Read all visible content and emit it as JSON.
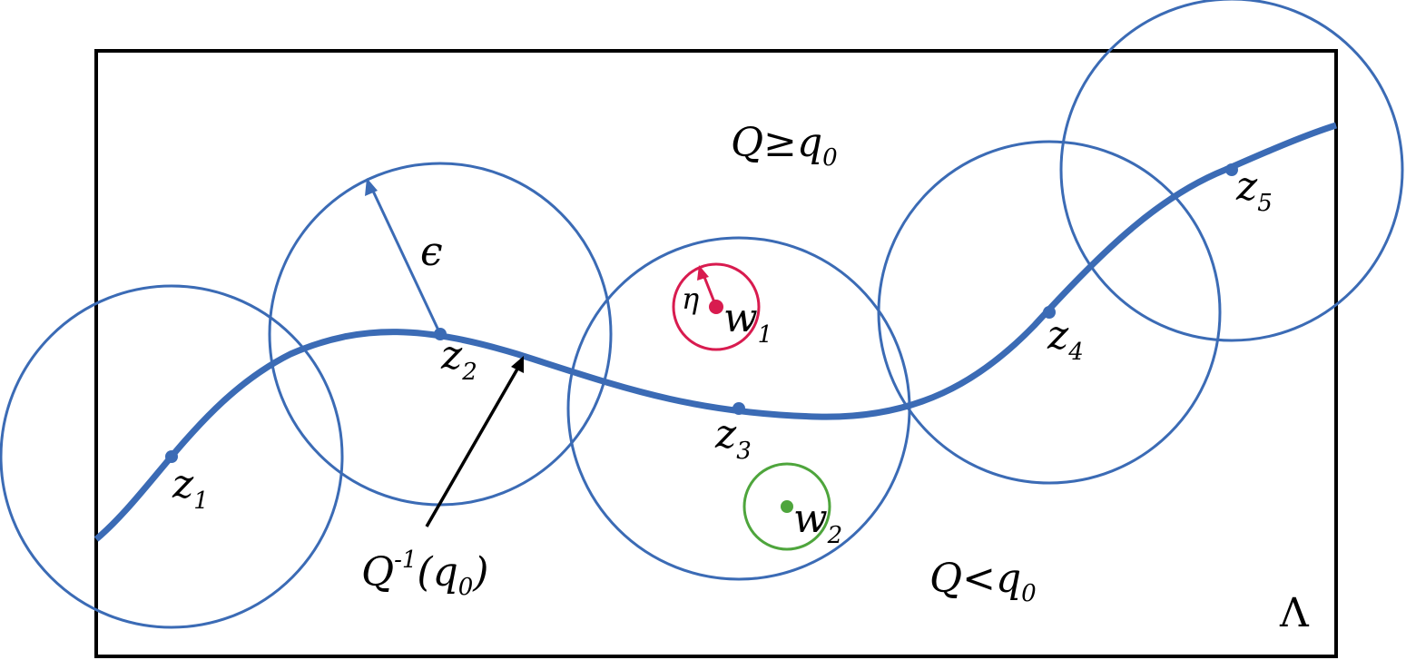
{
  "colors": {
    "curve": "#3b6bb5",
    "eps_circles": "#3b6bb5",
    "frame": "#000000",
    "w1": "#d81b4f",
    "w2": "#4ea53c",
    "arrow_label": "#000000"
  },
  "labels": {
    "region_upper": {
      "main": "Q≥q",
      "sub": "0"
    },
    "region_lower": {
      "main": "Q<q",
      "sub": "0"
    },
    "level_set": {
      "a": "Q",
      "sup": "-1",
      "b": "(q",
      "sub": "0",
      "c": ")"
    },
    "epsilon": "ϵ",
    "eta": "η",
    "domain": "Λ",
    "points": [
      {
        "main": "z",
        "sub": "1"
      },
      {
        "main": "z",
        "sub": "2"
      },
      {
        "main": "z",
        "sub": "3"
      },
      {
        "main": "z",
        "sub": "4"
      },
      {
        "main": "z",
        "sub": "5"
      }
    ],
    "w1": {
      "main": "w",
      "sub": "1"
    },
    "w2": {
      "main": "w",
      "sub": "2"
    }
  }
}
